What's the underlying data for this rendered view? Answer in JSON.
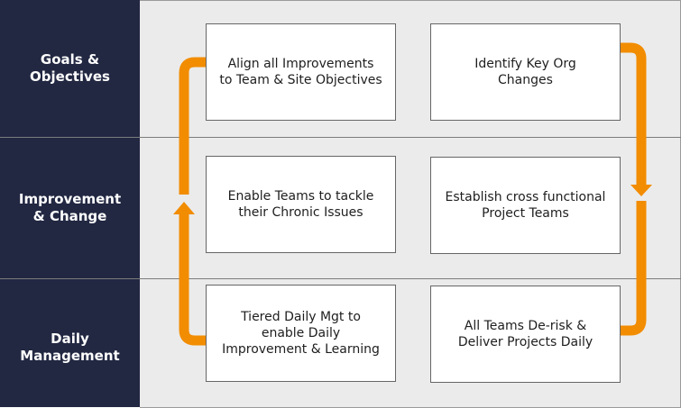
{
  "rows": [
    {
      "label": "Goals &\nObjectives"
    },
    {
      "label": "Improvement\n& Change"
    },
    {
      "label": "Daily\nManagement"
    }
  ],
  "boxes": [
    {
      "text": "Align all Improvements\nto Team & Site Objectives"
    },
    {
      "text": "Identify Key Org\nChanges"
    },
    {
      "text": "Enable Teams to tackle\ntheir Chronic Issues"
    },
    {
      "text": "Establish cross functional\nProject Teams"
    },
    {
      "text": "Tiered Daily Mgt to\nenable Daily\nImprovement & Learning"
    },
    {
      "text": "All Teams De-risk &\nDeliver Projects Daily"
    }
  ],
  "colors": {
    "sidebar": "#222842",
    "panel": "#ebebeb",
    "arrow": "#f28c00"
  }
}
